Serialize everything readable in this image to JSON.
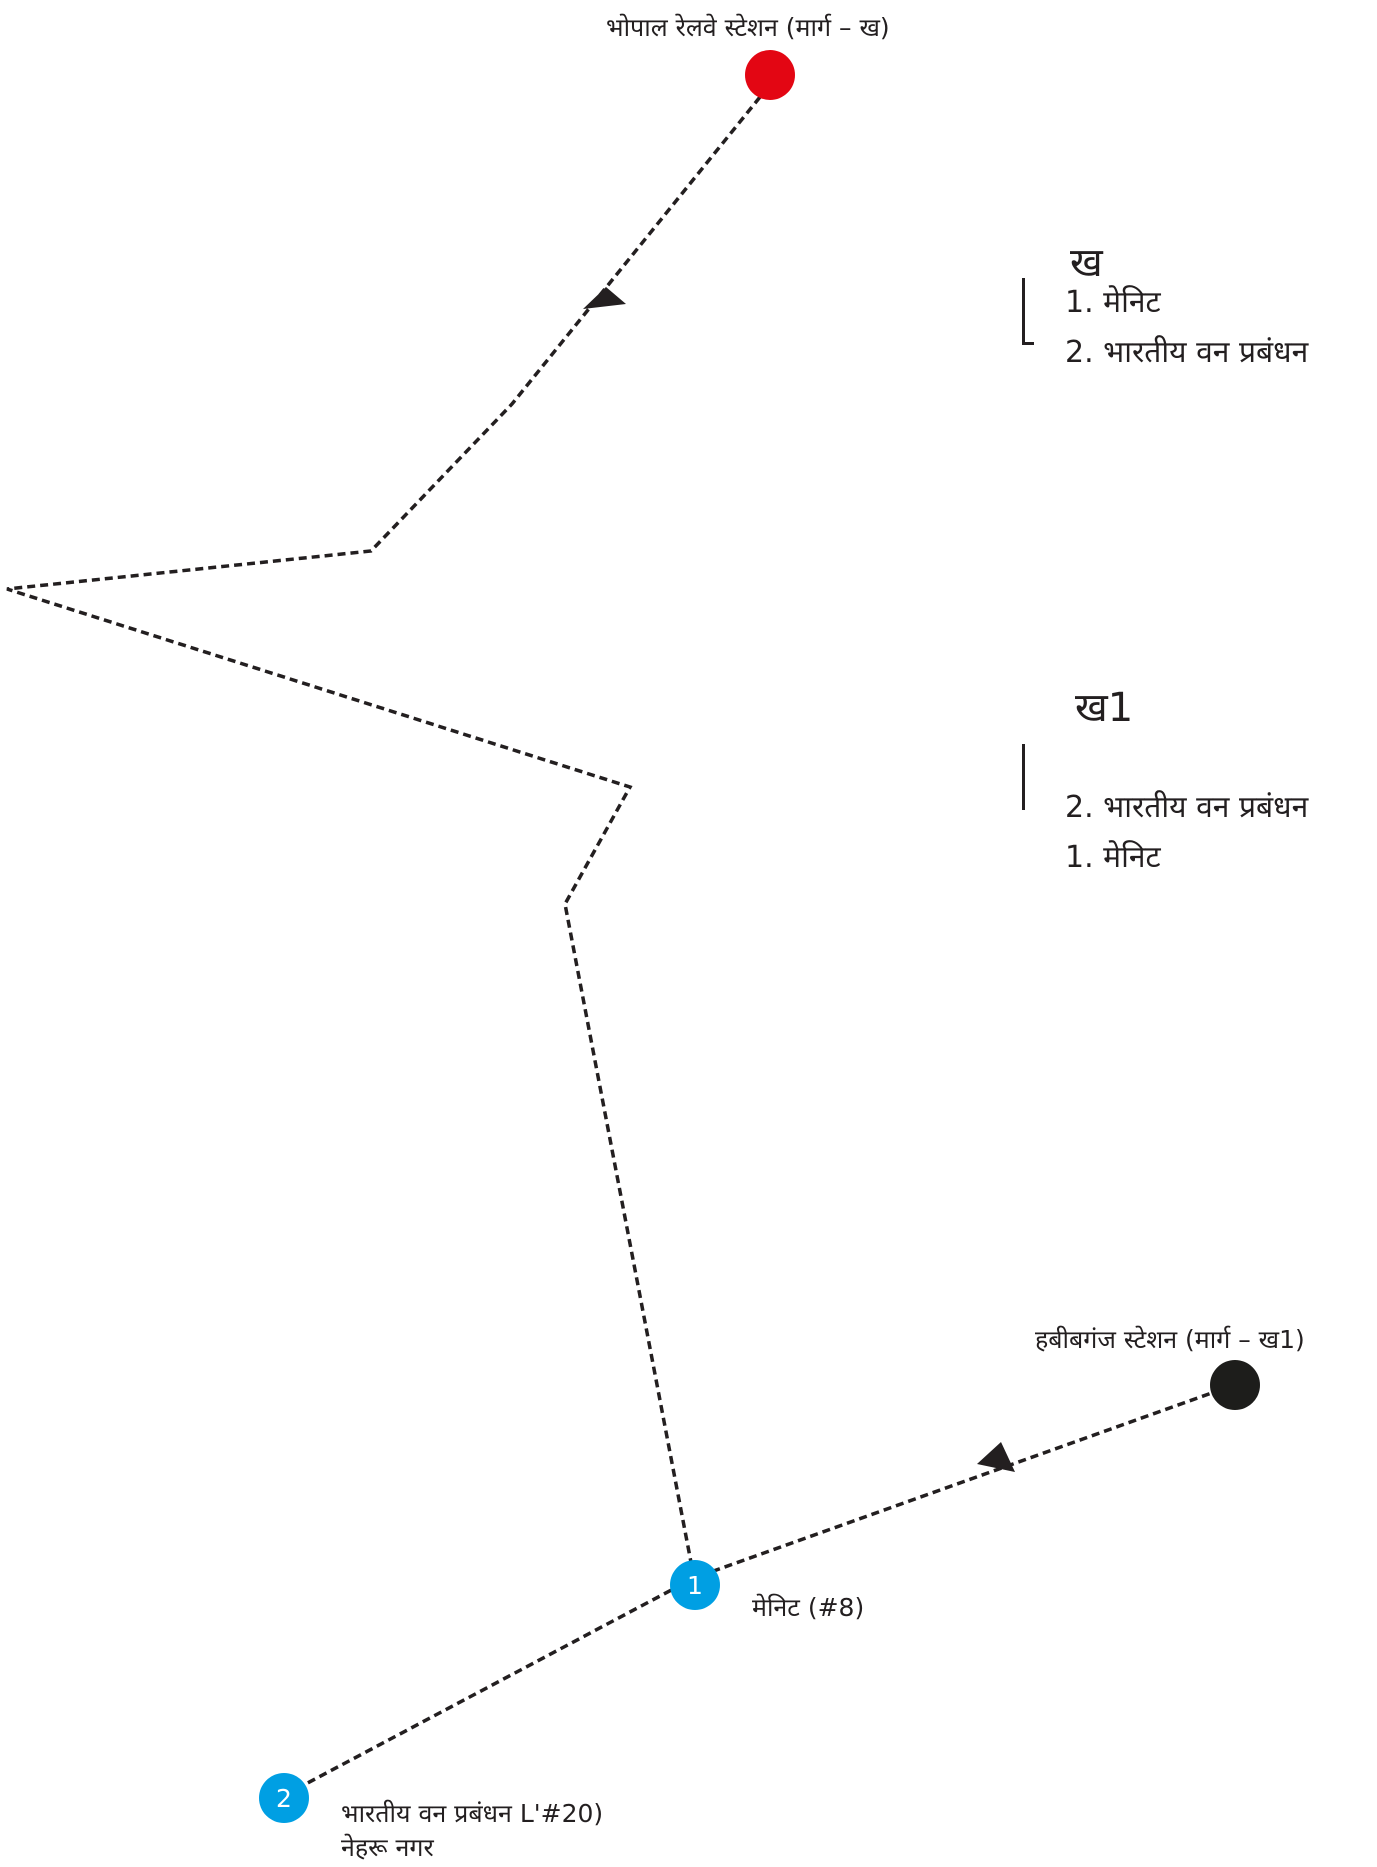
{
  "colors": {
    "route_line": "#231f20",
    "origin_kha": "#e30613",
    "origin_kha1": "#1d1d1b",
    "stop": "#009fe3",
    "stop_text": "#ffffff"
  },
  "origins": {
    "bhopal": {
      "label": "भोपाल रेलवे स्टेशन (मार्ग – ख)"
    },
    "habibganj": {
      "label": "हबीबगंज स्टेशन (मार्ग – ख1)"
    }
  },
  "stops": [
    {
      "number": "1",
      "name": "मेनिट (#8)",
      "sub": ""
    },
    {
      "number": "2",
      "name": "भारतीय वन प्रबंधन L'#20)",
      "sub": "नेहरू नगर"
    }
  ],
  "legend": {
    "route_kha": {
      "heading": "ख",
      "items": [
        "1. मेनिट",
        "2. भारतीय वन प्रबंधन"
      ]
    },
    "route_kha1": {
      "heading": "ख1",
      "items": [
        "2. भारतीय वन प्रबंधन",
        "1. मेनिट"
      ]
    }
  },
  "icons": {
    "direction": "arrowhead-icon"
  }
}
